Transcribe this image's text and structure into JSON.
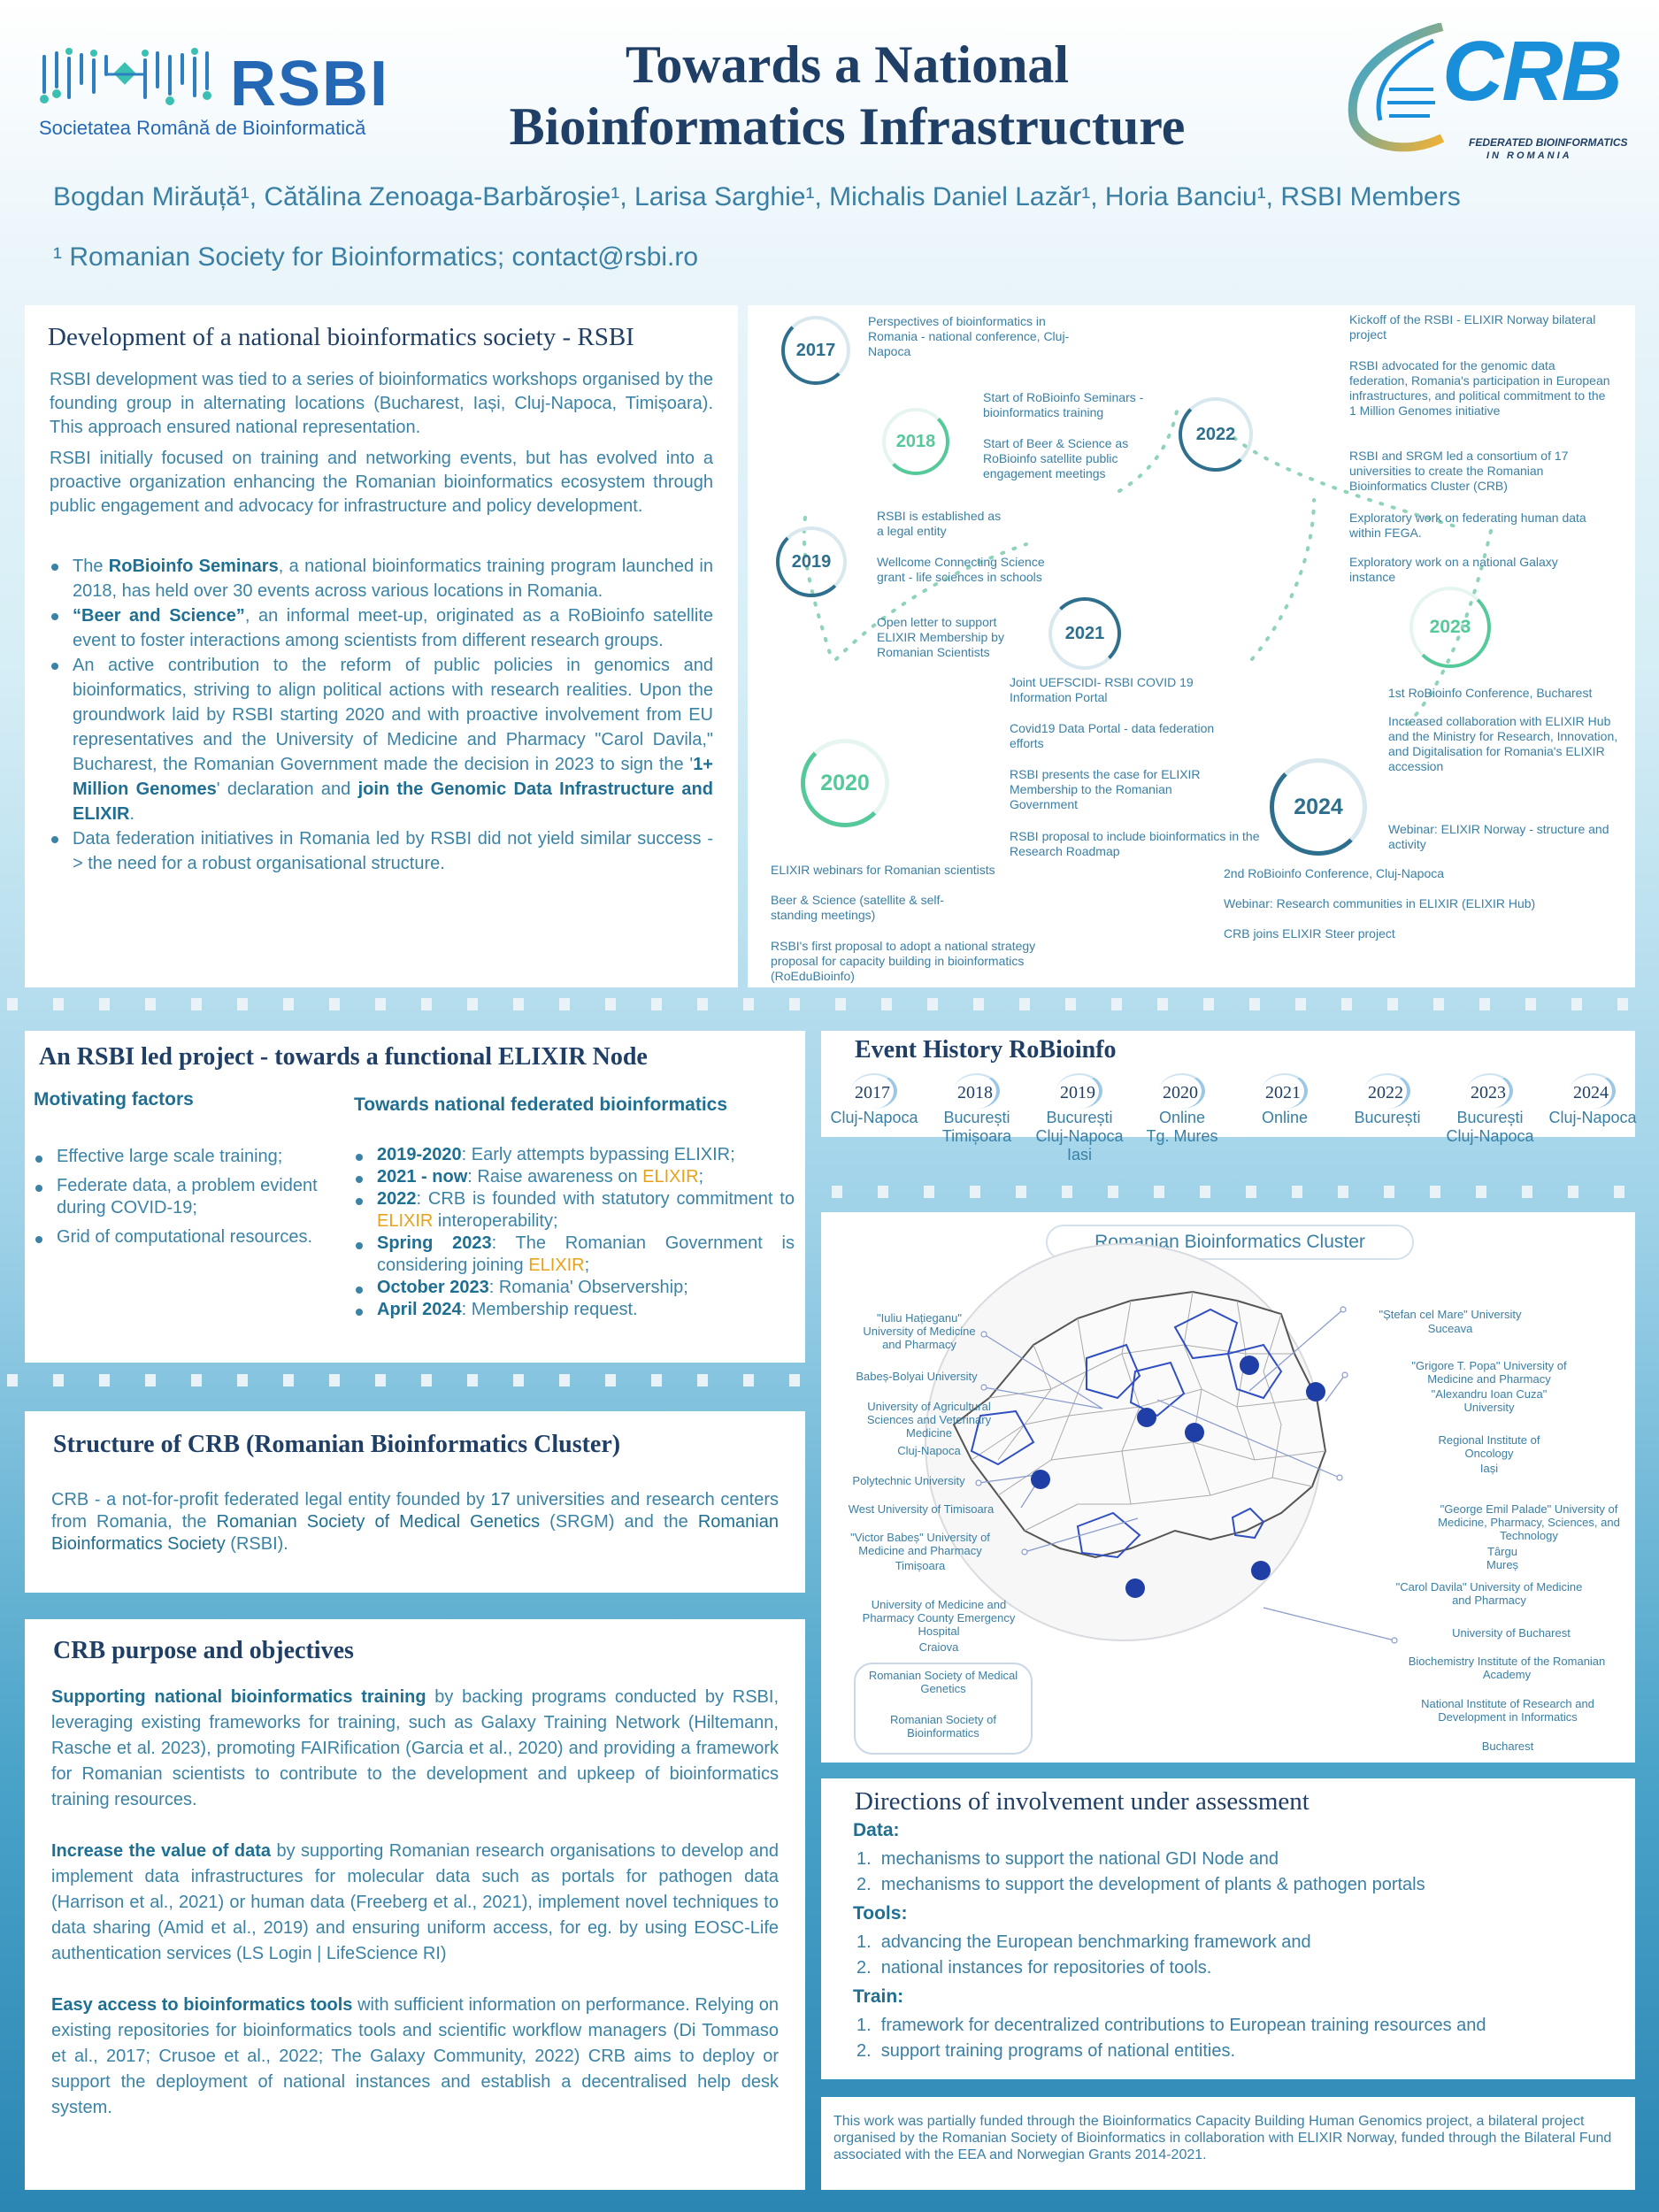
{
  "header": {
    "title_line1": "Towards a National",
    "title_line2": "Bioinformatics Infrastructure",
    "authors": "Bogdan Mirăuță¹, Cătălina Zenoaga-Barbăroșie¹, Larisa Sarghie¹, Michalis Daniel Lazăr¹, Horia Banciu¹, RSBI Members",
    "affiliation": "¹ Romanian Society for Bioinformatics; contact@rsbi.ro",
    "rsbi_logo": {
      "name": "RSBI",
      "subtitle": "Societatea Română de Bioinformatică"
    },
    "crb_logo": {
      "name": "CRB",
      "subtitle_line1": "FEDERATED BIOINFORMATICS",
      "subtitle_line2": "IN ROMANIA"
    }
  },
  "section_rsbi": {
    "title": "Development of a national bioinformatics society - RSBI",
    "para1": "RSBI development was tied to a series of bioinformatics workshops organised by the founding group in alternating locations (Bucharest, Iași, Cluj-Napoca, Timișoara).  This approach ensured national representation.",
    "para2": "RSBI initially focused on training and networking events, but has evolved into a proactive organization enhancing the Romanian bioinformatics ecosystem through public engagement and advocacy for infrastructure and policy development.",
    "b1_pre": "The ",
    "b1_bold": "RoBioinfo Seminars",
    "b1_post": ", a national bioinformatics training program launched in 2018, has held over 30 events across various locations in Romania.",
    "b2_bold": "“Beer and Science”",
    "b2_post": ", an informal meet-up, originated as a RoBioinfo satellite event to foster interactions among scientists from different research groups.",
    "b3_pre": "An active contribution to the reform of public policies in genomics and bioinformatics, striving to align political actions with research realities. Upon the groundwork laid by RSBI starting 2020 and with proactive involvement from EU representatives and the University of Medicine and Pharmacy \"Carol Davila,\" Bucharest, the Romanian Government made the decision in 2023 to sign the '",
    "b3_bold1": "1+ Million Genomes",
    "b3_mid": "' declaration and ",
    "b3_bold2": "join the Genomic Data Infrastructure and ELIXIR",
    "b3_end": ".",
    "b4": "Data federation initiatives in Romania led by RSBI did not yield similar success - > the need for a robust organisational structure."
  },
  "timeline": {
    "years": [
      "2017",
      "2018",
      "2019",
      "2020",
      "2021",
      "2022",
      "2023",
      "2024"
    ],
    "t2017": "Perspectives of bioinformatics in Romania - national conference, Cluj-Napoca",
    "t2018a": "Start of RoBioinfo Seminars - bioinformatics training",
    "t2018b": "Start of Beer & Science as RoBioinfo satellite public engagement meetings",
    "t2019a": "RSBI is established as a legal entity",
    "t2019b": "Wellcome Connecting Science grant - life sciences in schools",
    "t2019c": "Open letter to support ELIXIR Membership by Romanian Scientists",
    "t2021a": "Joint UEFSCIDI- RSBI COVID 19 Information  Portal",
    "t2021b": "Covid19 Data Portal - data federation efforts",
    "t2021c": "RSBI presents the case for ELIXIR Membership to the Romanian Government",
    "t2021d": "RSBI proposal to include bioinformatics in the Research Roadmap",
    "t2020a": "ELIXIR webinars for Romanian scientists",
    "t2020b": "Beer & Science (satellite & self-standing meetings)",
    "t2020c": "RSBI's first proposal to adopt a national strategy proposal for capacity building in bioinformatics (RoEduBioinfo)",
    "t2022a": "Kickoff of the RSBI - ELIXIR Norway bilateral project",
    "t2022b": "RSBI advocated for the genomic data federation, Romania's participation in European infrastructures, and political commitment to the 1 Million Genomes initiative",
    "t2022c": "RSBI and SRGM led a consortium of 17 universities to create the Romanian Bioinformatics Cluster (CRB)",
    "t2022d": "Exploratory work on federating human data within FEGA.",
    "t2022e": "Exploratory work on a national Galaxy instance",
    "t2023a": "1st RoBioinfo Conference, Bucharest",
    "t2023b": "Increased collaboration with ELIXIR Hub and the Ministry for Research, Innovation, and Digitalisation for Romania's ELIXIR accession",
    "t2023c": "Webinar: ELIXIR Norway - structure and activity",
    "t2024a": "2nd RoBioinfo Conference, Cluj-Napoca",
    "t2024b": "Webinar: Research communities in ELIXIR (ELIXIR Hub)",
    "t2024c": "CRB joins ELIXIR Steer project"
  },
  "section_elixir": {
    "title": "An RSBI led project -  towards a functional ELIXIR Node",
    "mot_title": "Motivating factors",
    "mot": [
      "Effective  large scale training;",
      "Federate data, a problem evident during COVID-19;",
      "Grid of computational resources."
    ],
    "fed_title": "Towards national federated bioinformatics",
    "f1_b": "2019-2020",
    "f1": ": Early attempts bypassing ELIXIR;",
    "f2_b": "2021 - now",
    "f2": ": Raise awareness on ",
    "f2_o": "ELIXIR",
    "f2_e": ";",
    "f3_b": "2022",
    "f3": ": CRB is founded with statutory commitment to ",
    "f3_o": "ELIXIR",
    "f3_e": " interoperability;",
    "f4_b": "Spring 2023",
    "f4": ": The Romanian Government is considering joining ",
    "f4_o": "ELIXIR",
    "f4_e": ";",
    "f5_b": "October 2023",
    "f5": ": Romania' Observership;",
    "f6_b": "April 2024",
    "f6": ": Membership request."
  },
  "section_events": {
    "title": "Event History RoBioinfo",
    "events": [
      {
        "year": "2017",
        "place": "Cluj-Napoca"
      },
      {
        "year": "2018",
        "place": "București\nTimișoara"
      },
      {
        "year": "2019",
        "place": "București\nCluj-Napoca\nIasi"
      },
      {
        "year": "2020",
        "place": "Online\nTg. Mures"
      },
      {
        "year": "2021",
        "place": "Online"
      },
      {
        "year": "2022",
        "place": "București"
      },
      {
        "year": "2023",
        "place": "București\nCluj-Napoca"
      },
      {
        "year": "2024",
        "place": "Cluj-Napoca"
      }
    ]
  },
  "section_cluster": {
    "title": "Romanian Bioinformatics Cluster",
    "l_hatieganu": "\"Iuliu Hațieganu\" University of Medicine and Pharmacy",
    "l_babes": "Babeș-Bolyai University",
    "l_agri": "University of Agricultural Sciences and Veterinary Medicine",
    "l_cluj": "Cluj-Napoca",
    "l_poly": "Polytechnic University",
    "l_west": "West University of Timisoara",
    "l_vbabes": "\"Victor Babeș\" University of Medicine and Pharmacy",
    "l_tim": "Timișoara",
    "l_craiova_u": "University of Medicine and Pharmacy County Emergency Hospital",
    "l_craiova": "Craiova",
    "l_srgm": "Romanian Society of Medical Genetics",
    "l_rsbi": "Romanian Society of Bioinformatics",
    "r_stefan": "\"Ștefan cel Mare\" University",
    "r_suceava": "Suceava",
    "r_popa": "\"Grigore T. Popa\" University of Medicine and Pharmacy",
    "r_cuza": "\"Alexandru Ioan Cuza\" University",
    "r_onco": "Regional Institute of Oncology",
    "r_iasi": "Iași",
    "r_palade": "\"George Emil Palade\" University of Medicine, Pharmacy, Sciences, and Technology",
    "r_mures": "Târgu Mureș",
    "r_davila": "\"Carol Davila\" University of Medicine and Pharmacy",
    "r_ub": "University of Bucharest",
    "r_biochem": "Biochemistry Institute of the Romanian Academy",
    "r_inst": "National Institute of Research and Development in Informatics",
    "r_buc": "Bucharest"
  },
  "section_structure": {
    "title": "Structure of CRB (Romanian Bioinformatics Cluster)",
    "t1": "CRB -  a not-for-profit federated legal entity founded by ",
    "n17": "17",
    "t2": " universities and research centers from Romania, the ",
    "srgm": "Romanian Society of Medical Genetics",
    "t3": " (SRGM) and the ",
    "rsbi": "Romanian Bioinformatics Society",
    "t4": " (RSBI)."
  },
  "section_purpose": {
    "title": "CRB purpose and objectives",
    "p1_b": "Supporting national bioinformatics training",
    "p1": " by backing programs conducted by RSBI, leveraging existing frameworks for training, such as Galaxy Training  Network (Hiltemann, Rasche  et al. 2023), promoting FAIRification (Garcia et al., 2020) and providing a framework for Romanian scientists to contribute to the development and upkeep of bioinformatics training resources.",
    "p2_b": "Increase the value of data",
    "p2": " by supporting Romanian research organisations to develop and implement data infrastructures for molecular data such as portals for pathogen data (Harrison et al., 2021) or human data (Freeberg et al., 2021), implement novel techniques to data sharing (Amid et al., 2019) and ensuring uniform access, for eg. by using EOSC-Life authentication services (LS Login | LifeScience RI)",
    "p3_b": "Easy access to bioinformatics tools",
    "p3": " with sufficient information on performance. Relying on existing repositories for  bioinformatics tools and scientific workflow managers  (Di Tommaso et al., 2017; Crusoe et al., 2022; The Galaxy Community, 2022) CRB aims to deploy or support the deployment of national instances and establish a decentralised help desk system."
  },
  "section_directions": {
    "title": "Directions of involvement under assessment",
    "data_h": "Data:",
    "data": [
      "mechanisms to support the national GDI Node and",
      "mechanisms to support the development of plants & pathogen portals"
    ],
    "tools_h": "Tools:",
    "tools": [
      "advancing the European benchmarking framework and",
      "national  instances for repositories of  tools."
    ],
    "train_h": "Train:",
    "train": [
      "framework for decentralized contributions to European training resources  and",
      "support training programs of national entities."
    ]
  },
  "funding": "This work was partially funded through the Bioinformatics Capacity Building Human Genomics project, a bilateral project organised by the Romanian Society of Bioinformatics in collaboration with ELIXIR Norway, funded through the Bilateral Fund associated with the EEA and Norwegian Grants 2014-2021.",
  "colors": {
    "title": "#1f3f66",
    "text": "#3a83a6",
    "accent_bold": "#1f6f93",
    "orange": "#e8a21a",
    "marker": "#1f3fa6"
  }
}
